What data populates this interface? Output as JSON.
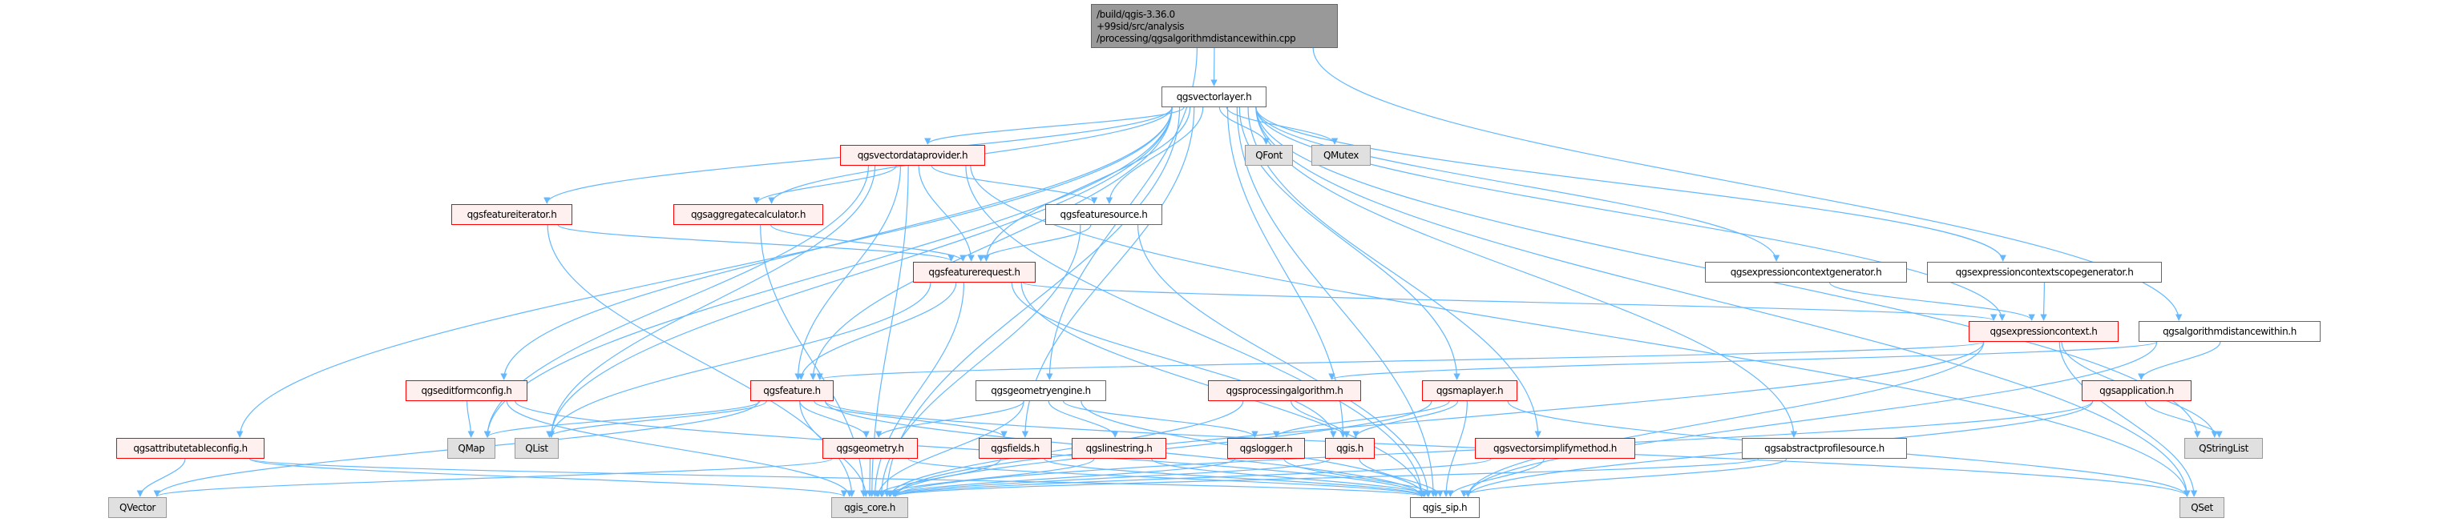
{
  "graph": {
    "root": {
      "line1": "/build/qgis-3.36.0",
      "line2": "+99sid/src/analysis",
      "line3": "/processing/qgsalgorithmdistancewithin.cpp"
    },
    "nodes": {
      "vectorlayer": "qgsvectorlayer.h",
      "vectordataprovider": "qgsvectordataprovider.h",
      "qfont": "QFont",
      "qmutex": "QMutex",
      "featureiterator": "qgsfeatureiterator.h",
      "aggregatecalculator": "qgsaggregatecalculator.h",
      "featuresource": "qgsfeaturesource.h",
      "featurerequest": "qgsfeaturerequest.h",
      "exprctxgenerator": "qgsexpressioncontextgenerator.h",
      "exprctxscopegenerator": "qgsexpressioncontextscopegenerator.h",
      "expressioncontext": "qgsexpressioncontext.h",
      "algdistancewithin": "qgsalgorithmdistancewithin.h",
      "editformconfig": "qgseditformconfig.h",
      "feature": "qgsfeature.h",
      "geometryengine": "qgsgeometryengine.h",
      "processingalgorithm": "qgsprocessingalgorithm.h",
      "maplayer": "qgsmaplayer.h",
      "application": "qgsapplication.h",
      "attributetableconfig": "qgsattributetableconfig.h",
      "qmap": "QMap",
      "qlist": "QList",
      "geometry": "qgsgeometry.h",
      "fields": "qgsfields.h",
      "linestring": "qgslinestring.h",
      "logger": "qgslogger.h",
      "qgis": "qgis.h",
      "vectorsimplifymethod": "qgsvectorsimplifymethod.h",
      "abstractprofilesource": "qgsabstractprofilesource.h",
      "qstringlist": "QStringList",
      "qvector": "QVector",
      "qgis_core": "qgis_core.h",
      "qgis_sip": "qgis_sip.h",
      "qset": "QSet"
    },
    "edges": [
      [
        "root",
        "vectorlayer"
      ],
      [
        "root",
        "geometryengine"
      ],
      [
        "root",
        "algdistancewithin"
      ],
      [
        "vectorlayer",
        "qgis_core"
      ],
      [
        "vectorlayer",
        "vectordataprovider"
      ],
      [
        "vectorlayer",
        "qfont"
      ],
      [
        "vectorlayer",
        "qmutex"
      ],
      [
        "vectorlayer",
        "featuresource"
      ],
      [
        "vectorlayer",
        "featurerequest"
      ],
      [
        "vectorlayer",
        "featureiterator"
      ],
      [
        "vectorlayer",
        "aggregatecalculator"
      ],
      [
        "vectorlayer",
        "editformconfig"
      ],
      [
        "vectorlayer",
        "attributetableconfig"
      ],
      [
        "vectorlayer",
        "feature"
      ],
      [
        "vectorlayer",
        "qmap"
      ],
      [
        "vectorlayer",
        "qlist"
      ],
      [
        "vectorlayer",
        "fields"
      ],
      [
        "vectorlayer",
        "qgis"
      ],
      [
        "vectorlayer",
        "maplayer"
      ],
      [
        "vectorlayer",
        "vectorsimplifymethod"
      ],
      [
        "vectorlayer",
        "exprctxgenerator"
      ],
      [
        "vectorlayer",
        "exprctxscopegenerator"
      ],
      [
        "vectorlayer",
        "expressioncontext"
      ],
      [
        "vectorlayer",
        "abstractprofilesource"
      ],
      [
        "vectorlayer",
        "qstringlist"
      ],
      [
        "vectorlayer",
        "qset"
      ],
      [
        "vectorlayer",
        "qgis_sip"
      ],
      [
        "vectordataprovider",
        "qgis_core"
      ],
      [
        "vectordataprovider",
        "qgis_sip"
      ],
      [
        "vectordataprovider",
        "featuresource"
      ],
      [
        "vectordataprovider",
        "featurerequest"
      ],
      [
        "vectordataprovider",
        "aggregatecalculator"
      ],
      [
        "vectordataprovider",
        "feature"
      ],
      [
        "vectordataprovider",
        "qmap"
      ],
      [
        "vectordataprovider",
        "qlist"
      ],
      [
        "vectordataprovider",
        "qset"
      ],
      [
        "featuresource",
        "featurerequest"
      ],
      [
        "featuresource",
        "qgis_core"
      ],
      [
        "featuresource",
        "qgis_sip"
      ],
      [
        "featureiterator",
        "featurerequest"
      ],
      [
        "featureiterator",
        "qgis_core"
      ],
      [
        "aggregatecalculator",
        "featurerequest"
      ],
      [
        "aggregatecalculator",
        "qgis_core"
      ],
      [
        "featurerequest",
        "feature"
      ],
      [
        "featurerequest",
        "expressioncontext"
      ],
      [
        "featurerequest",
        "qgis_core"
      ],
      [
        "featurerequest",
        "qgis_sip"
      ],
      [
        "featurerequest",
        "qlist"
      ],
      [
        "featurerequest",
        "qgis"
      ],
      [
        "exprctxgenerator",
        "expressioncontext"
      ],
      [
        "exprctxscopegenerator",
        "expressioncontext"
      ],
      [
        "expressioncontext",
        "feature"
      ],
      [
        "expressioncontext",
        "qstringlist"
      ],
      [
        "expressioncontext",
        "qset"
      ],
      [
        "expressioncontext",
        "qgis_core"
      ],
      [
        "expressioncontext",
        "qgis_sip"
      ],
      [
        "algdistancewithin",
        "processingalgorithm"
      ],
      [
        "algdistancewithin",
        "application"
      ],
      [
        "algdistancewithin",
        "qgis_sip"
      ],
      [
        "application",
        "qstringlist"
      ],
      [
        "application",
        "qgis_core"
      ],
      [
        "application",
        "qgis_sip"
      ],
      [
        "processingalgorithm",
        "qgis"
      ],
      [
        "processingalgorithm",
        "qgis_core"
      ],
      [
        "maplayer",
        "qgis"
      ],
      [
        "maplayer",
        "logger"
      ],
      [
        "maplayer",
        "qgis_core"
      ],
      [
        "maplayer",
        "qgis_sip"
      ],
      [
        "maplayer",
        "qset"
      ],
      [
        "geometryengine",
        "geometry"
      ],
      [
        "geometryengine",
        "linestring"
      ],
      [
        "geometryengine",
        "logger"
      ],
      [
        "geometryengine",
        "qgis_core"
      ],
      [
        "geometryengine",
        "qgis_sip"
      ],
      [
        "feature",
        "geometry"
      ],
      [
        "feature",
        "fields"
      ],
      [
        "feature",
        "qmap"
      ],
      [
        "feature",
        "qlist"
      ],
      [
        "feature",
        "qvector"
      ],
      [
        "feature",
        "qgis_core"
      ],
      [
        "feature",
        "qgis_sip"
      ],
      [
        "feature",
        "qset"
      ],
      [
        "editformconfig",
        "qmap"
      ],
      [
        "editformconfig",
        "qgis_core"
      ],
      [
        "editformconfig",
        "qgis_sip"
      ],
      [
        "attributetableconfig",
        "qvector"
      ],
      [
        "attributetableconfig",
        "qgis_core"
      ],
      [
        "attributetableconfig",
        "qgis_sip"
      ],
      [
        "geometry",
        "qvector"
      ],
      [
        "geometry",
        "qgis_core"
      ],
      [
        "geometry",
        "qgis_sip"
      ],
      [
        "fields",
        "qgis_core"
      ],
      [
        "fields",
        "qgis_sip"
      ],
      [
        "linestring",
        "qgis_core"
      ],
      [
        "linestring",
        "qgis_sip"
      ],
      [
        "logger",
        "qgis_core"
      ],
      [
        "logger",
        "qgis_sip"
      ],
      [
        "qgis",
        "qgis_core"
      ],
      [
        "qgis",
        "qgis_sip"
      ],
      [
        "vectorsimplifymethod",
        "qgis_core"
      ],
      [
        "vectorsimplifymethod",
        "qgis_sip"
      ],
      [
        "abstractprofilesource",
        "qgis_core"
      ],
      [
        "abstractprofilesource",
        "qgis_sip"
      ]
    ],
    "colors": {
      "edge": "#63b8ff",
      "root_fill": "#999999",
      "red_border": "#ff0000",
      "ext_fill": "#e0e0e0"
    }
  }
}
